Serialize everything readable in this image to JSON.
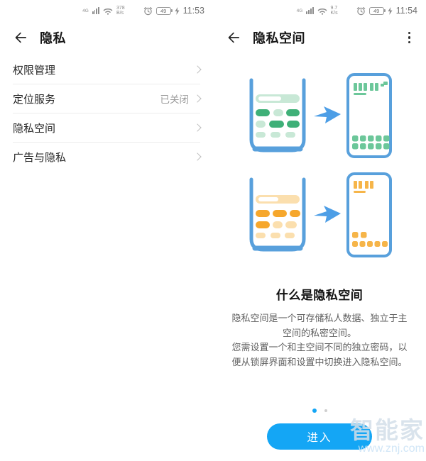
{
  "colors": {
    "accent-blue": "#58a0dc",
    "button-blue": "#14a6f5",
    "green-dark": "#3fb078",
    "green-light": "#c8e8d6",
    "orange-dark": "#f6a72c",
    "orange-light": "#fbdfae"
  },
  "watermark": {
    "brand": "智能家",
    "url": "www.znj.com"
  },
  "left_screen": {
    "status": {
      "network": "4G",
      "speed_value": "378",
      "speed_unit": "B/s",
      "battery_level": "49",
      "time": "11:53"
    },
    "header": {
      "title": "隐私"
    },
    "list": [
      {
        "label": "权限管理",
        "value": ""
      },
      {
        "label": "定位服务",
        "value": "已关闭"
      },
      {
        "label": "隐私空间",
        "value": ""
      },
      {
        "label": "广告与隐私",
        "value": ""
      }
    ]
  },
  "right_screen": {
    "status": {
      "network": "4G",
      "speed_value": "9.7",
      "speed_unit": "K/s",
      "battery_level": "49",
      "time": "11:54"
    },
    "header": {
      "title": "隐私空间"
    },
    "info": {
      "heading": "什么是隐私空间",
      "lines": [
        "隐私空间是一个可存储私人数据、独立于主",
        "空间的私密空间。",
        "您需设置一个和主空间不同的独立密码，以",
        "便从锁屏界面和设置中切换进入隐私空间。"
      ]
    },
    "button_label": "进入"
  }
}
